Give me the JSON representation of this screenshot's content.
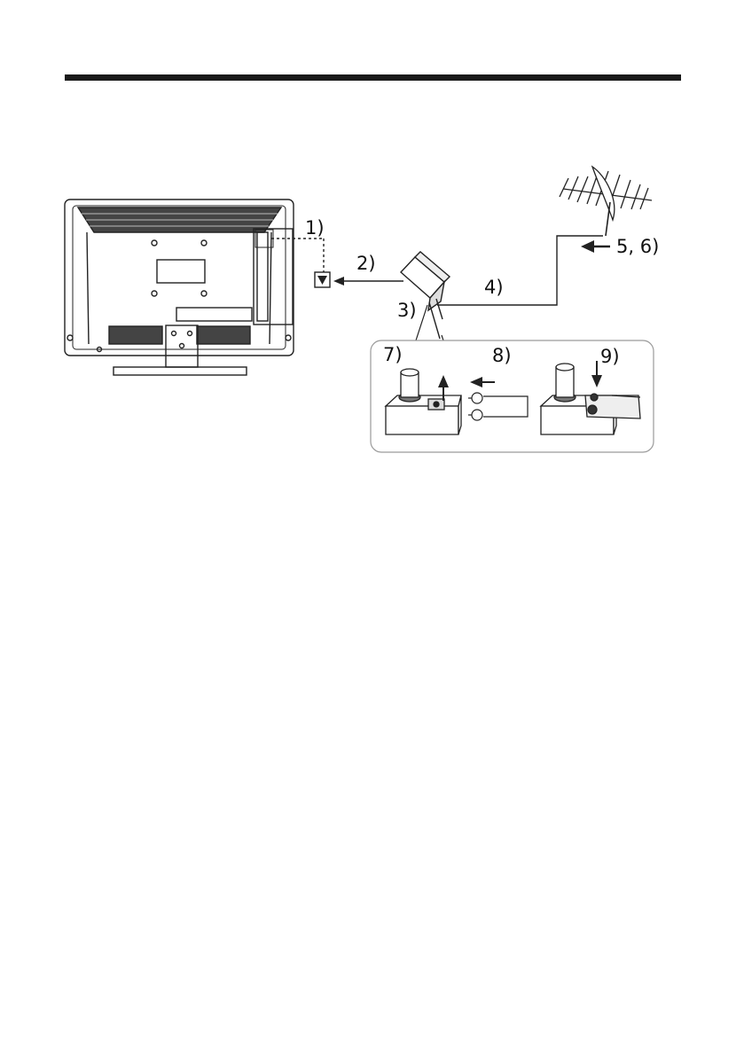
{
  "page": {
    "background": "#ffffff",
    "rule_color": "#1a1a1a"
  },
  "diagram": {
    "step_labels": {
      "s1": "1)",
      "s2": "2)",
      "s3": "3)",
      "s4": "4)",
      "s56": "5, 6)",
      "s7": "7)",
      "s8": "8)",
      "s9": "9)"
    },
    "icons": {
      "tv": "tv-rear-icon",
      "antenna": "antenna-icon",
      "plug": "coax-plug-icon",
      "socket": "antenna-socket-icon",
      "balun": "balun-adapter-icon"
    },
    "line_color": "#222222"
  }
}
